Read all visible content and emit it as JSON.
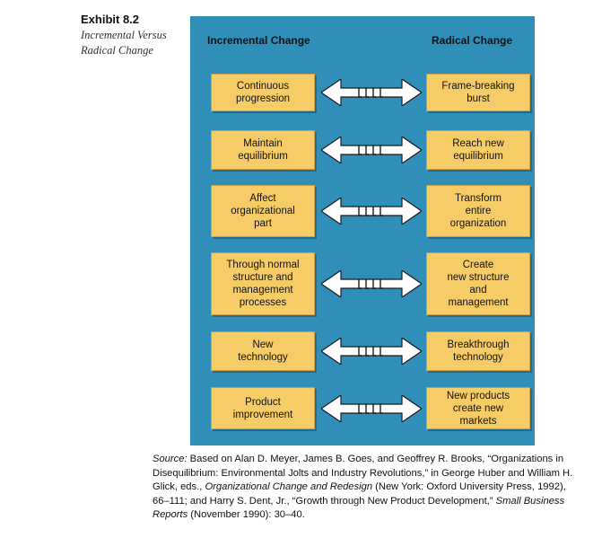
{
  "exhibit": {
    "number": "Exhibit 8.2",
    "subtitle": "Incremental Versus Radical Change"
  },
  "headers": {
    "left": "Incremental Change",
    "right": "Radical Change"
  },
  "rows": [
    {
      "left": "Continuous\nprogression",
      "right": "Frame-breaking\nburst"
    },
    {
      "left": "Maintain\nequilibrium",
      "right": "Reach new\nequilibrium"
    },
    {
      "left": "Affect\norganizational\npart",
      "right": "Transform\nentire\norganization"
    },
    {
      "left": "Through normal\nstructure and\nmanagement\nprocesses",
      "right": "Create\nnew structure\nand\nmanagement"
    },
    {
      "left": "New\ntechnology",
      "right": "Breakthrough\ntechnology"
    },
    {
      "left": "Product\nimprovement",
      "right": "New products\ncreate new\nmarkets"
    }
  ],
  "source": {
    "label": "Source:",
    "t1": " Based on Alan D. Meyer, James B. Goes, and Geoffrey R. Brooks, “Organizations in Disequilibrium: Environmental Jolts and Industry Revolutions,” in George Huber and William H. Glick, eds., ",
    "i1": "Organizational Change and Redesign",
    "t2": " (New York: Oxford University Press, 1992), 66–111; and Harry S. Dent, Jr., “Growth through New Product Development,” ",
    "i2": "Small Business Reports",
    "t3": " (November 1990): 30–40."
  },
  "colors": {
    "panel": "#2f8fb8",
    "box": "#f6cc66",
    "arrow": "#ffffff"
  }
}
